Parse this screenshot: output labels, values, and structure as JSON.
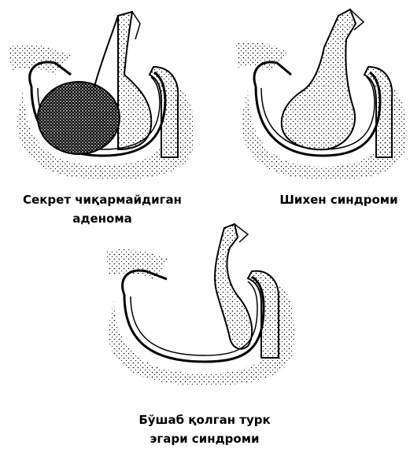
{
  "diagrams": [
    {
      "id": "adenoma",
      "caption_lines": [
        "Секрет чиқармайдиган",
        "аденома"
      ]
    },
    {
      "id": "sheehan",
      "caption_lines": [
        "Шихен синдроми"
      ]
    },
    {
      "id": "empty-sella",
      "caption_lines": [
        "Бўшаб қолган турк",
        "эгари синдроми"
      ]
    }
  ],
  "colors": {
    "ink": "#000000",
    "background": "#ffffff"
  }
}
